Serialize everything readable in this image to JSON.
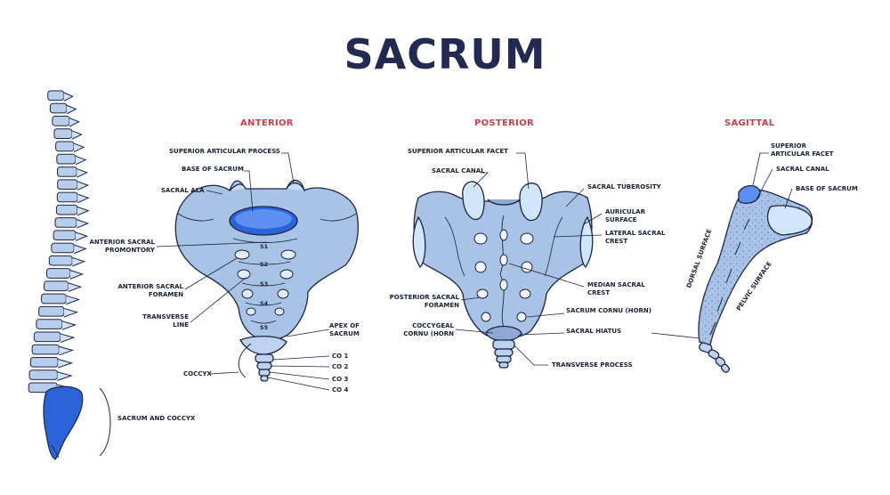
{
  "title": "SACRUM",
  "views": {
    "anterior": "ANTERIOR",
    "posterior": "POSTERIOR",
    "sagittal": "SAGITTAL"
  },
  "spine": {
    "label": "SACRUM AND COCCYX"
  },
  "anterior_labels": {
    "superior_articular_process": "SUPERIOR ARTICULAR PROCESS",
    "base_of_sacrum": "BASE OF SACRUM",
    "sacral_ala": "SACRAL ALA",
    "anterior_sacral_promontory": "ANTERIOR SACRAL\nPROMONTORY",
    "anterior_sacral_foramen": "ANTERIOR SACRAL\nFORAMEN",
    "transverse_line": "TRANSVERSE\nLINE",
    "apex_of_sacrum": "APEX OF\nSACRUM",
    "coccyx": "COCCYX",
    "co1": "CO 1",
    "co2": "CO 2",
    "co3": "CO 3",
    "co4": "CO 4",
    "segments": [
      "S1",
      "S2",
      "S3",
      "S4",
      "S5"
    ]
  },
  "posterior_labels": {
    "superior_articular_facet": "SUPERIOR ARTICULAR FACET",
    "sacral_canal": "SACRAL CANAL",
    "sacral_tuberosity": "SACRAL TUBEROSITY",
    "auricular_surface": "AURICULAR\nSURFACE",
    "lateral_sacral_crest": "LATERAL SACRAL\nCREST",
    "median_sacral_crest": "MEDIAN SACRAL\nCREST",
    "posterior_sacral_foramen": "POSTERIOR SACRAL\nFORAMEN",
    "sacrum_cornu": "SACRUM CORNU (HORN)",
    "coccygeal_cornu": "COCCYGEAL\nCORNU (HORN",
    "sacral_hiatus": "SACRAL HIATUS",
    "transverse_process": "TRANSVERSE PROCESS"
  },
  "sagittal_labels": {
    "superior_articular_facet": "SUPERIOR\nARTICULAR FACET",
    "sacral_canal": "SACRAL CANAL",
    "base_of_sacrum": "BASE OF SACRUM",
    "dorsal_surface": "DORSAL SURFACE",
    "pelvic_surface": "PELVIC SURFACE"
  },
  "colors": {
    "title": "#232a52",
    "view_heading": "#c6424a",
    "bone": "#a9c3e6",
    "bone_dark": "#8eaad4",
    "highlight": "#2b64d9",
    "cartilage": "#cfe6fb",
    "outline": "#1d2440"
  }
}
